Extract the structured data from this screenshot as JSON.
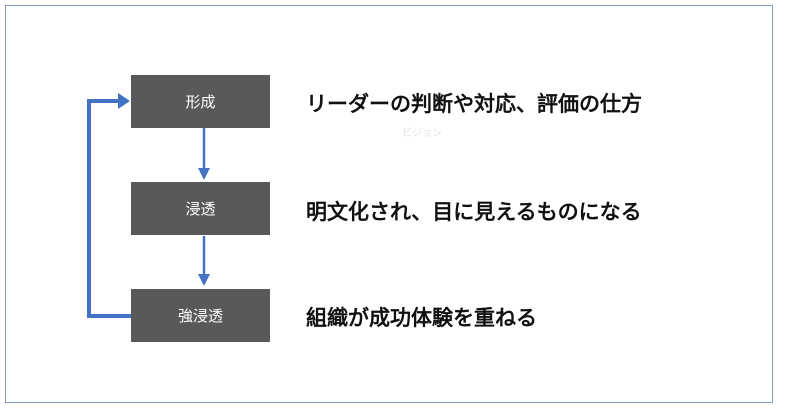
{
  "steps": [
    {
      "label": "形成",
      "description": "リーダーの判断や対応、評価の仕方"
    },
    {
      "label": "浸透",
      "description": "明文化され、目に見えるものになる"
    },
    {
      "label": "強浸透",
      "description": "組織が成功体験を重ねる"
    }
  ],
  "faint_text": "ビジョン",
  "colors": {
    "box": "#595959",
    "arrow": "#4472c4",
    "frame": "#8a9cc0"
  }
}
